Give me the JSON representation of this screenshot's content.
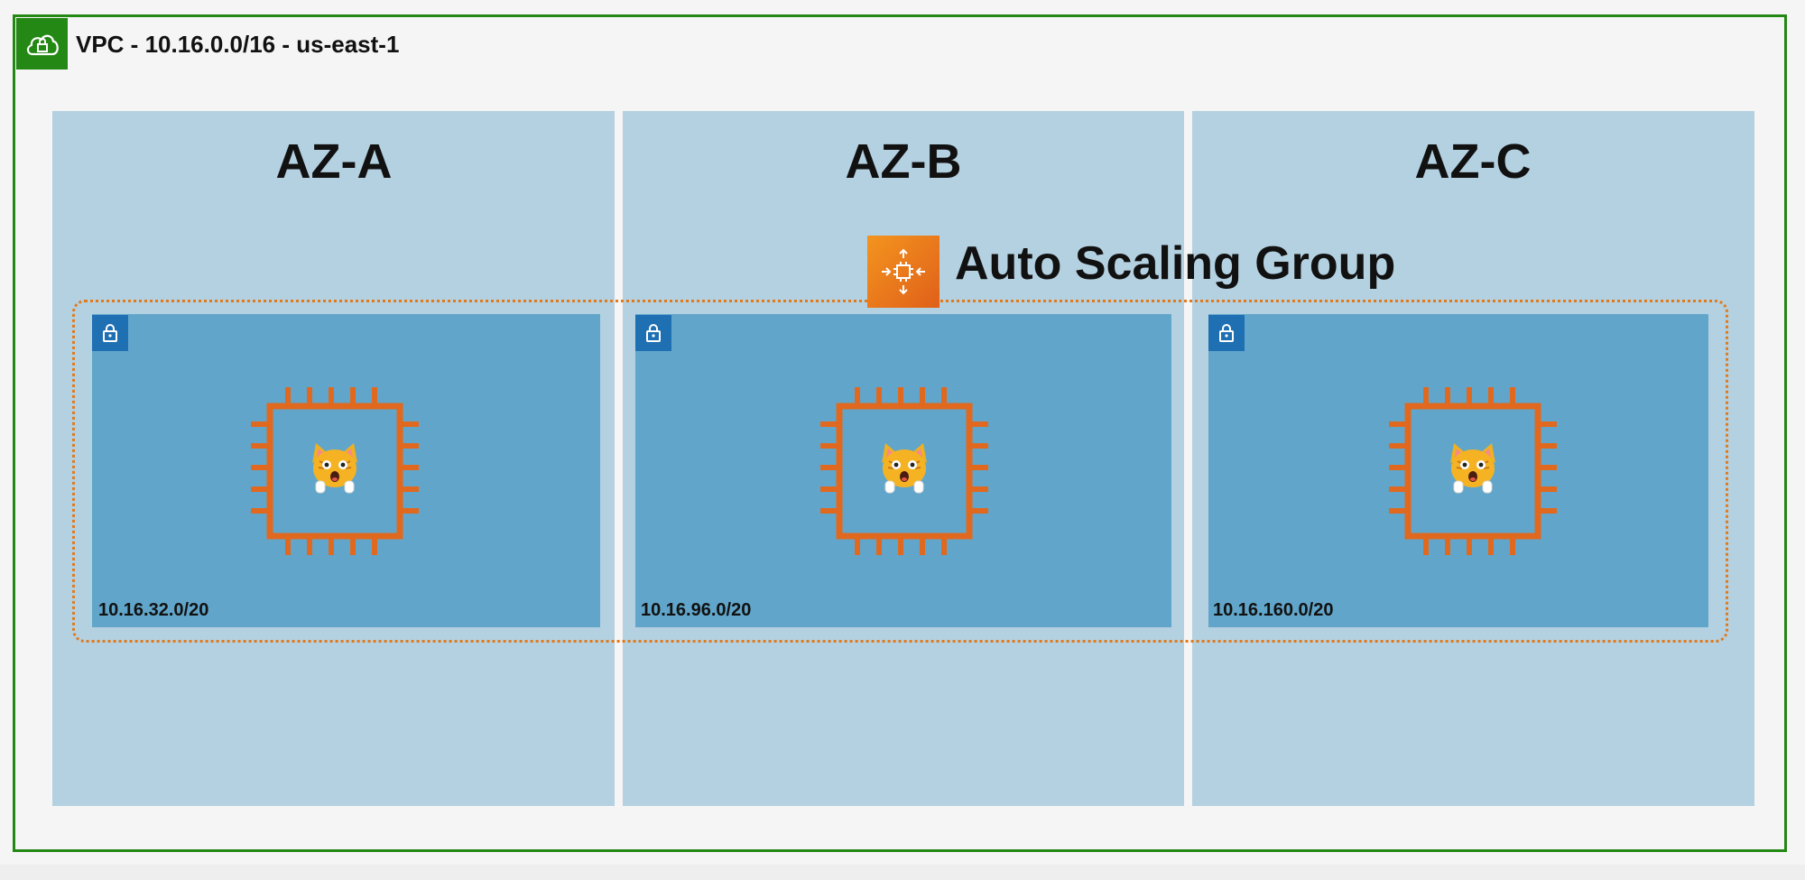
{
  "vpc": {
    "label": "VPC - 10.16.0.0/16 - us-east-1",
    "icon": "vpc-cloud-lock-icon",
    "color": "#248814"
  },
  "azs": [
    {
      "label": "AZ-A"
    },
    {
      "label": "AZ-B"
    },
    {
      "label": "AZ-C"
    }
  ],
  "asg": {
    "label": "Auto Scaling Group",
    "icon": "auto-scaling-icon",
    "color": "#e07a1d"
  },
  "subnets": [
    {
      "cidr": "10.16.32.0/20",
      "instance_icon": "ec2-instance-icon",
      "badge_icon": "private-subnet-lock-icon"
    },
    {
      "cidr": "10.16.96.0/20",
      "instance_icon": "ec2-instance-icon",
      "badge_icon": "private-subnet-lock-icon"
    },
    {
      "cidr": "10.16.160.0/20",
      "instance_icon": "ec2-instance-icon",
      "badge_icon": "private-subnet-lock-icon"
    }
  ]
}
